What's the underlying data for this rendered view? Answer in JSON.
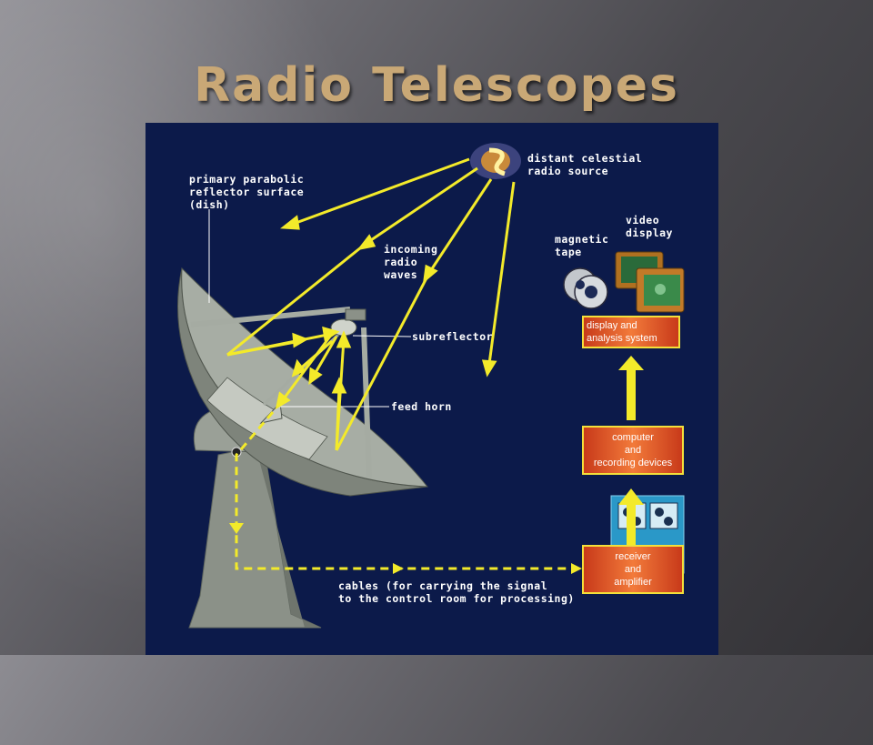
{
  "slide": {
    "title": "Radio Telescopes"
  },
  "labels": {
    "source": "distant celestial\nradio source",
    "dish": "primary parabolic\nreflector surface\n(dish)",
    "waves": "incoming\nradio\nwaves",
    "subreflector": "subreflector",
    "feed_horn": "feed horn",
    "tape": "magnetic\ntape",
    "video": "video\ndisplay",
    "cables": "cables (for carrying the signal\nto the control room for processing)"
  },
  "boxes": {
    "display": "display and\nanalysis system",
    "computer": "computer\nand\nrecording devices",
    "receiver": "receiver\nand\namplifier"
  },
  "colors": {
    "background": "#0c1a4a",
    "rays": "#f3ea2a",
    "box_border": "#f3df3a",
    "box_fill": "#e0562a"
  }
}
